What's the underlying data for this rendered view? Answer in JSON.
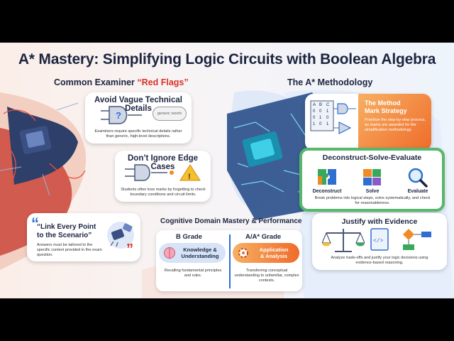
{
  "title": "A* Mastery: Simplifying Logic Circuits with Boolean Algebra",
  "left": {
    "heading_prefix": "Common Examiner ",
    "heading_flag": "“Red Flags”",
    "card1": {
      "title": "Avoid Vague Technical Details",
      "bubble": "generic words",
      "text": "Examiners require specific technical details rather than generic, high-level descriptions."
    },
    "card2": {
      "title": "Don’t Ignore Edge Cases",
      "text": "Students often lose marks by forgetting to check boundary conditions and circuit limits."
    },
    "card3": {
      "title_line1": "“Link Every Point",
      "title_line2": "to the Scenario”",
      "text": "Answers must be tailored to the specific context provided in the exam question."
    }
  },
  "right": {
    "heading": "The A* Methodology",
    "method": {
      "title_line1": "The Method",
      "title_line2": "Mark Strategy",
      "text": "Prioritize the step-by-step process, as marks are awarded for the simplification methodology.",
      "truth_head": [
        "A",
        "B",
        "C"
      ]
    },
    "dse": {
      "title": "Deconstruct-Solve-Evaluate",
      "items": [
        "Deconstruct",
        "Solve",
        "Evaluate"
      ],
      "text": "Break problems into logical steps, solve systematically, and check for reasonableness."
    },
    "justify": {
      "title": "Justify with Evidence",
      "text": "Analyze trade-offs and justify your logic decisions using evidence-based reasoning."
    }
  },
  "center": {
    "heading": "Cognitive Domain Mastery & Performance",
    "b": {
      "grade": "B Grade",
      "badge_line1": "Knowledge &",
      "badge_line2": "Understanding",
      "text": "Recalling fundamental principles and rules."
    },
    "a": {
      "grade": "A/A* Grade",
      "badge_line1": "Application",
      "badge_line2": "& Analysis",
      "text": "Transferring conceptual understanding to unfamiliar, complex contexts."
    }
  },
  "colors": {
    "navy": "#1c2540",
    "red": "#d8332a",
    "blue": "#2f6fd0",
    "orange": "#f08a24",
    "green": "#3aa85a"
  }
}
